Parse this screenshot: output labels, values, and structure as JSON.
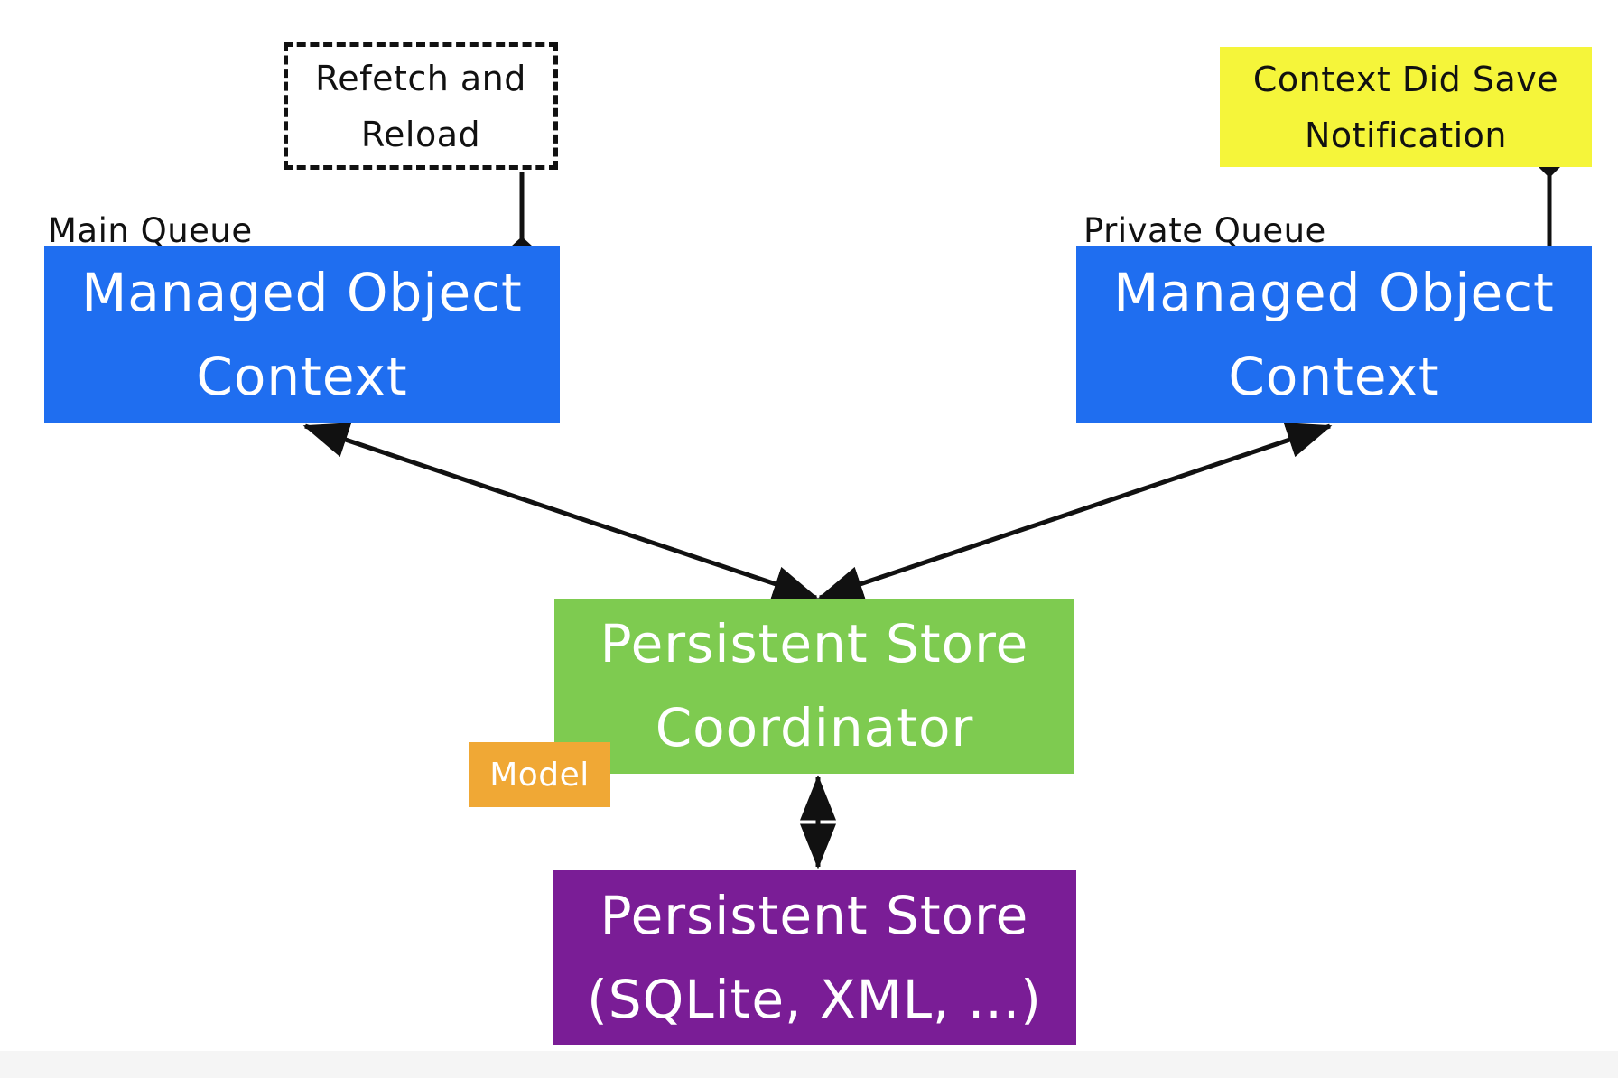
{
  "colors": {
    "moc": "#1f6ef0",
    "coordinator": "#7ecb50",
    "store": "#7a1d96",
    "notification": "#f5f53a",
    "model": "#f0a835",
    "edge": "#111111"
  },
  "nodes": {
    "moc_left": {
      "lines": [
        "Managed Object",
        "Context"
      ],
      "queue_label": "Main Queue"
    },
    "moc_right": {
      "lines": [
        "Managed Object",
        "Context"
      ],
      "queue_label": "Private Queue"
    },
    "coordinator": {
      "lines": [
        "Persistent Store",
        "Coordinator"
      ]
    },
    "store": {
      "lines": [
        "Persistent Store",
        "(SQLite, XML, ...)"
      ]
    },
    "refetch": {
      "lines": [
        "Refetch and",
        "Reload"
      ]
    },
    "notification": {
      "lines": [
        "Context Did Save",
        "Notification"
      ]
    },
    "model": {
      "label": "Model"
    }
  },
  "edges": [
    {
      "from": "moc_left",
      "to": "coordinator",
      "arrows": "both"
    },
    {
      "from": "moc_right",
      "to": "coordinator",
      "arrows": "both"
    },
    {
      "from": "coordinator",
      "to": "store",
      "arrows": "both"
    },
    {
      "from": "refetch",
      "to": "moc_left",
      "arrows": "none"
    },
    {
      "from": "notification",
      "to": "moc_right",
      "arrows": "none"
    }
  ]
}
